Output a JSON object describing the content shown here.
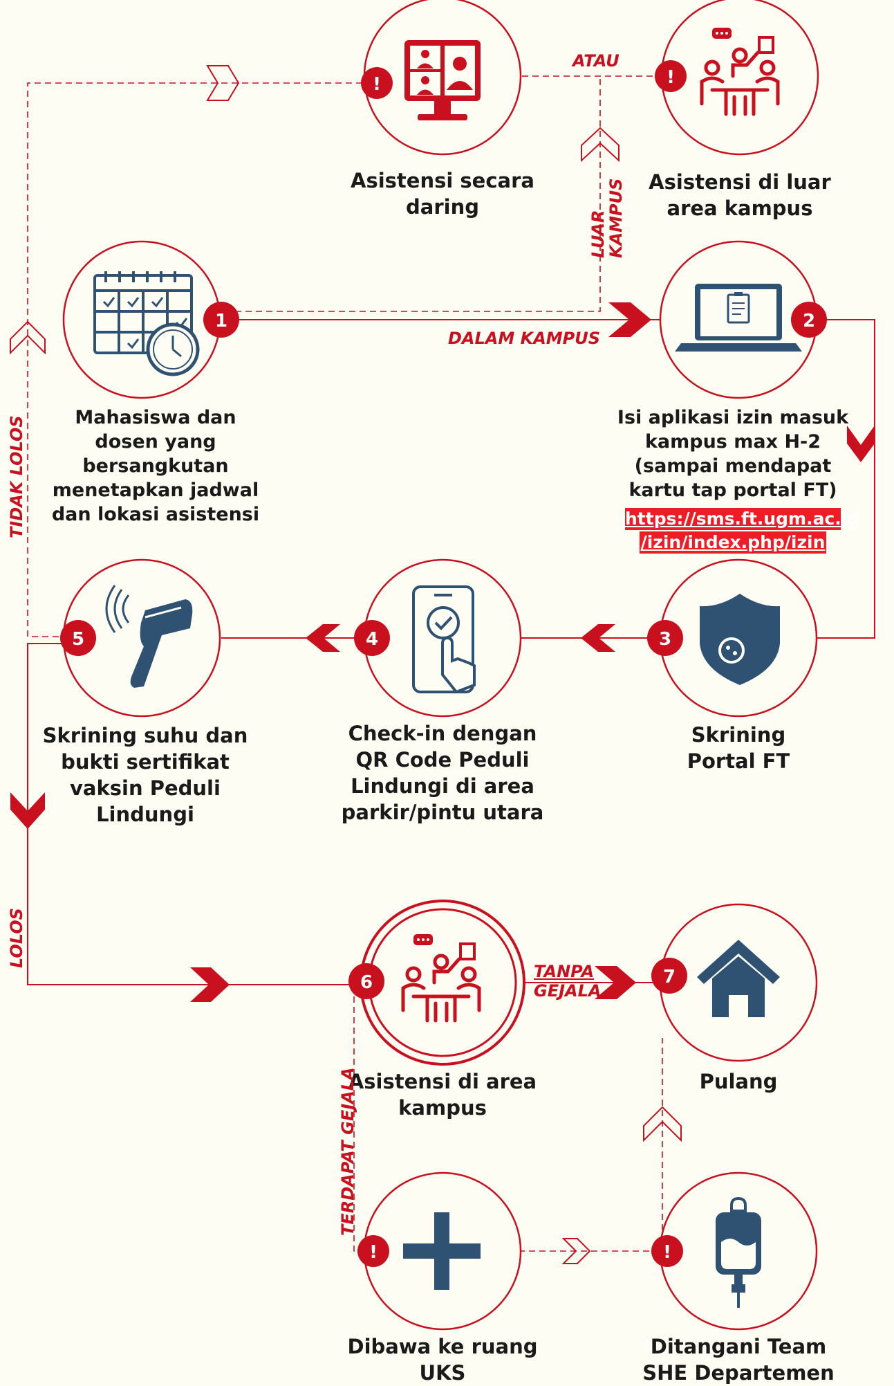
{
  "colors": {
    "accent": "#c8101e",
    "icon_blue": "#2f5272",
    "background": "#fdfdf3",
    "link_bg": "#ee1c25"
  },
  "nodes": {
    "daring": {
      "badge": "!",
      "icon": "video-conference-icon",
      "lines": [
        "Asistensi secara",
        "daring"
      ]
    },
    "luar": {
      "badge": "!",
      "icon": "meeting-icon",
      "lines": [
        "Asistensi di luar",
        "area kampus"
      ]
    },
    "n1": {
      "badge": "1",
      "icon": "calendar-clock-icon",
      "lines": [
        "Mahasiswa dan",
        "dosen yang",
        "bersangkutan",
        "menetapkan jadwal",
        "dan lokasi asistensi"
      ]
    },
    "n2": {
      "badge": "2",
      "icon": "laptop-form-icon",
      "lines": [
        "Isi aplikasi izin masuk",
        "kampus max H-2",
        "(sampai mendapat",
        "kartu tap portal FT)"
      ],
      "link_lines": [
        "https://sms.ft.ugm.ac.id",
        "/izin/index.php/izin"
      ]
    },
    "n3": {
      "badge": "3",
      "icon": "shield-virus-icon",
      "lines": [
        "Skrining",
        "Portal FT"
      ]
    },
    "n4": {
      "badge": "4",
      "icon": "phone-check-icon",
      "lines": [
        "Check-in dengan",
        "QR Code Peduli",
        "Lindungi di area",
        "parkir/pintu utara"
      ]
    },
    "n5": {
      "badge": "5",
      "icon": "thermometer-gun-icon",
      "lines": [
        "Skrining suhu dan",
        "bukti sertifikat",
        "vaksin Peduli",
        "Lindungi"
      ]
    },
    "n6": {
      "badge": "6",
      "icon": "meeting-icon",
      "lines": [
        "Asistensi di area",
        "kampus"
      ]
    },
    "n7": {
      "badge": "7",
      "icon": "home-icon",
      "lines": [
        "Pulang"
      ]
    },
    "uks": {
      "badge": "!",
      "icon": "plus-icon",
      "lines": [
        "Dibawa ke ruang",
        "UKS"
      ]
    },
    "she": {
      "badge": "!",
      "icon": "iv-bag-icon",
      "lines": [
        "Ditangani Team",
        "SHE Departemen"
      ]
    }
  },
  "edge_labels": {
    "atau": "ATAU",
    "luar_kampus": [
      "LUAR",
      "KAMPUS"
    ],
    "dalam_kampus": "DALAM KAMPUS",
    "tidak_lolos": "TIDAK LOLOS",
    "lolos": "LOLOS",
    "tanpa_gejala": [
      "TANPA",
      "GEJALA"
    ],
    "terdapat_gejala": "TERDAPAT GEJALA"
  }
}
